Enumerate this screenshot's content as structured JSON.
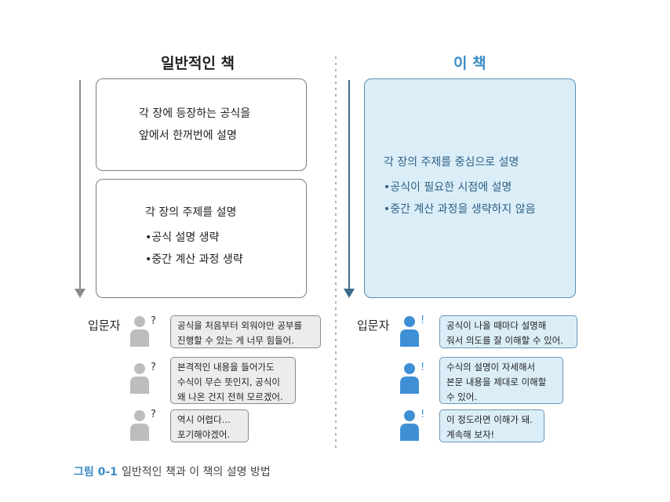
{
  "left": {
    "title": "일반적인 책",
    "box1": {
      "line1": "각 장에 등장하는 공식을",
      "line2": "앞에서 한꺼번에 설명"
    },
    "box2": {
      "line1": "각 장의 주제를 설명",
      "bullet1": "•공식 설명 생략",
      "bullet2": "•중간 계산 과정 생략"
    },
    "reader_label": "입문자",
    "icon_mark": "?",
    "bubbles": [
      {
        "line1": "공식을 처음부터 외워야만 공부를",
        "line2": "진행할 수 있는 게 너무 힘들어."
      },
      {
        "line1": "본격적인 내용을 들어가도",
        "line2": "수식이 무슨 뜻인지, 공식이",
        "line3": "왜 나온 건지 전혀 모르겠어."
      },
      {
        "line1": "역시 어렵다…",
        "line2": "포기해야겠어."
      }
    ]
  },
  "right": {
    "title": "이 책",
    "box": {
      "line1": "각 장의 주제를 중심으로 설명",
      "bullet1": "•공식이 필요한 시점에 설명",
      "bullet2": "•중간 계산 과정을 생략하지 않음"
    },
    "reader_label": "입문자",
    "icon_mark": "!",
    "bubbles": [
      {
        "line1": "공식이 나올 때마다 설명해",
        "line2": "줘서 의도를 잘 이해할 수 있어."
      },
      {
        "line1": "수식의 설명이 자세해서",
        "line2": "본문 내용을 제대로 이해할",
        "line3": "수 있어."
      },
      {
        "line1": "이 정도라면 이해가 돼.",
        "line2": "계속해 보자!"
      }
    ]
  },
  "caption": {
    "number": "그림 0-1",
    "text": "일반적인 책과 이 책의 설명 방법"
  },
  "colors": {
    "accent": "#3a8bc6",
    "right_fill": "#dbeef8",
    "right_arrow": "#3c6b8e",
    "left_arrow": "#8c8c8c",
    "gray_person": "#bdbdbd",
    "blue_person": "#3f8fd4"
  }
}
